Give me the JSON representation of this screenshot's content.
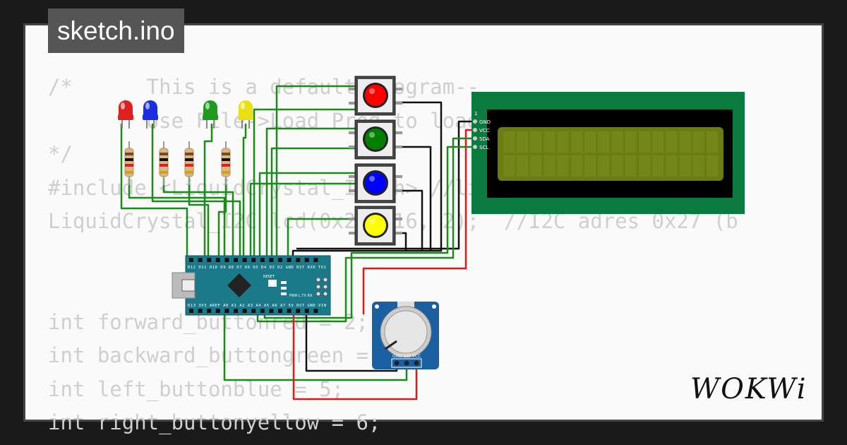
{
  "tab": {
    "filename": "sketch.ino"
  },
  "logo": {
    "text": "WOKWi"
  },
  "code": {
    "lines": [
      "/*      This is a default program--",
      "        Use File->Load Prog to load a different Program",
      "*/",
      "#include <LiquidCrystal_I2C.h> //library for I2C",
      "LiquidCrystal_I2C lcd(0x27, 16, 2);  //I2C adres 0x27 (b",
      "",
      "",
      "int forward_buttonred = 2;",
      "int backward_buttongreen = 4;",
      "int left_buttonblue = 5;",
      "int right_buttonyellow = 6;"
    ]
  },
  "components": {
    "leds": [
      {
        "name": "red-led",
        "color": "#e02020"
      },
      {
        "name": "blue-led",
        "color": "#1a2fe0"
      },
      {
        "name": "green-led",
        "color": "#1e9a1e"
      },
      {
        "name": "yellow-led",
        "color": "#e8e010"
      }
    ],
    "buttons": [
      {
        "name": "red-pushbutton",
        "color": "#ff0000"
      },
      {
        "name": "green-pushbutton",
        "color": "#008000"
      },
      {
        "name": "blue-pushbutton",
        "color": "#0000ff"
      },
      {
        "name": "yellow-pushbutton",
        "color": "#ffff00"
      }
    ],
    "lcd": {
      "pins": [
        "GND",
        "VCC",
        "SDA",
        "SCL"
      ],
      "pin1": "1",
      "board_color": "#0b7a3e",
      "screen_color": "#6b7d12"
    },
    "potentiometer": {
      "pins": "GND SIG VCC",
      "color": "#1a5fa0"
    },
    "arduino": {
      "top_pins": "D12 D11 D10 D9 D8 D7 D6 D5 D4 D3 D2 GND RST RX0 TX1",
      "bottom_pins": "D13 3V3 AREF A0 A1 A2 A3 A4 A5 A6 A7 5V RST GND VIN",
      "reset_label": "RESET",
      "led_labels": "PWR L TX RX",
      "color": "#1a7a8a"
    }
  },
  "colors": {
    "wire_green": "#1a8a1a",
    "wire_black": "#111111",
    "wire_red": "#e01818"
  }
}
